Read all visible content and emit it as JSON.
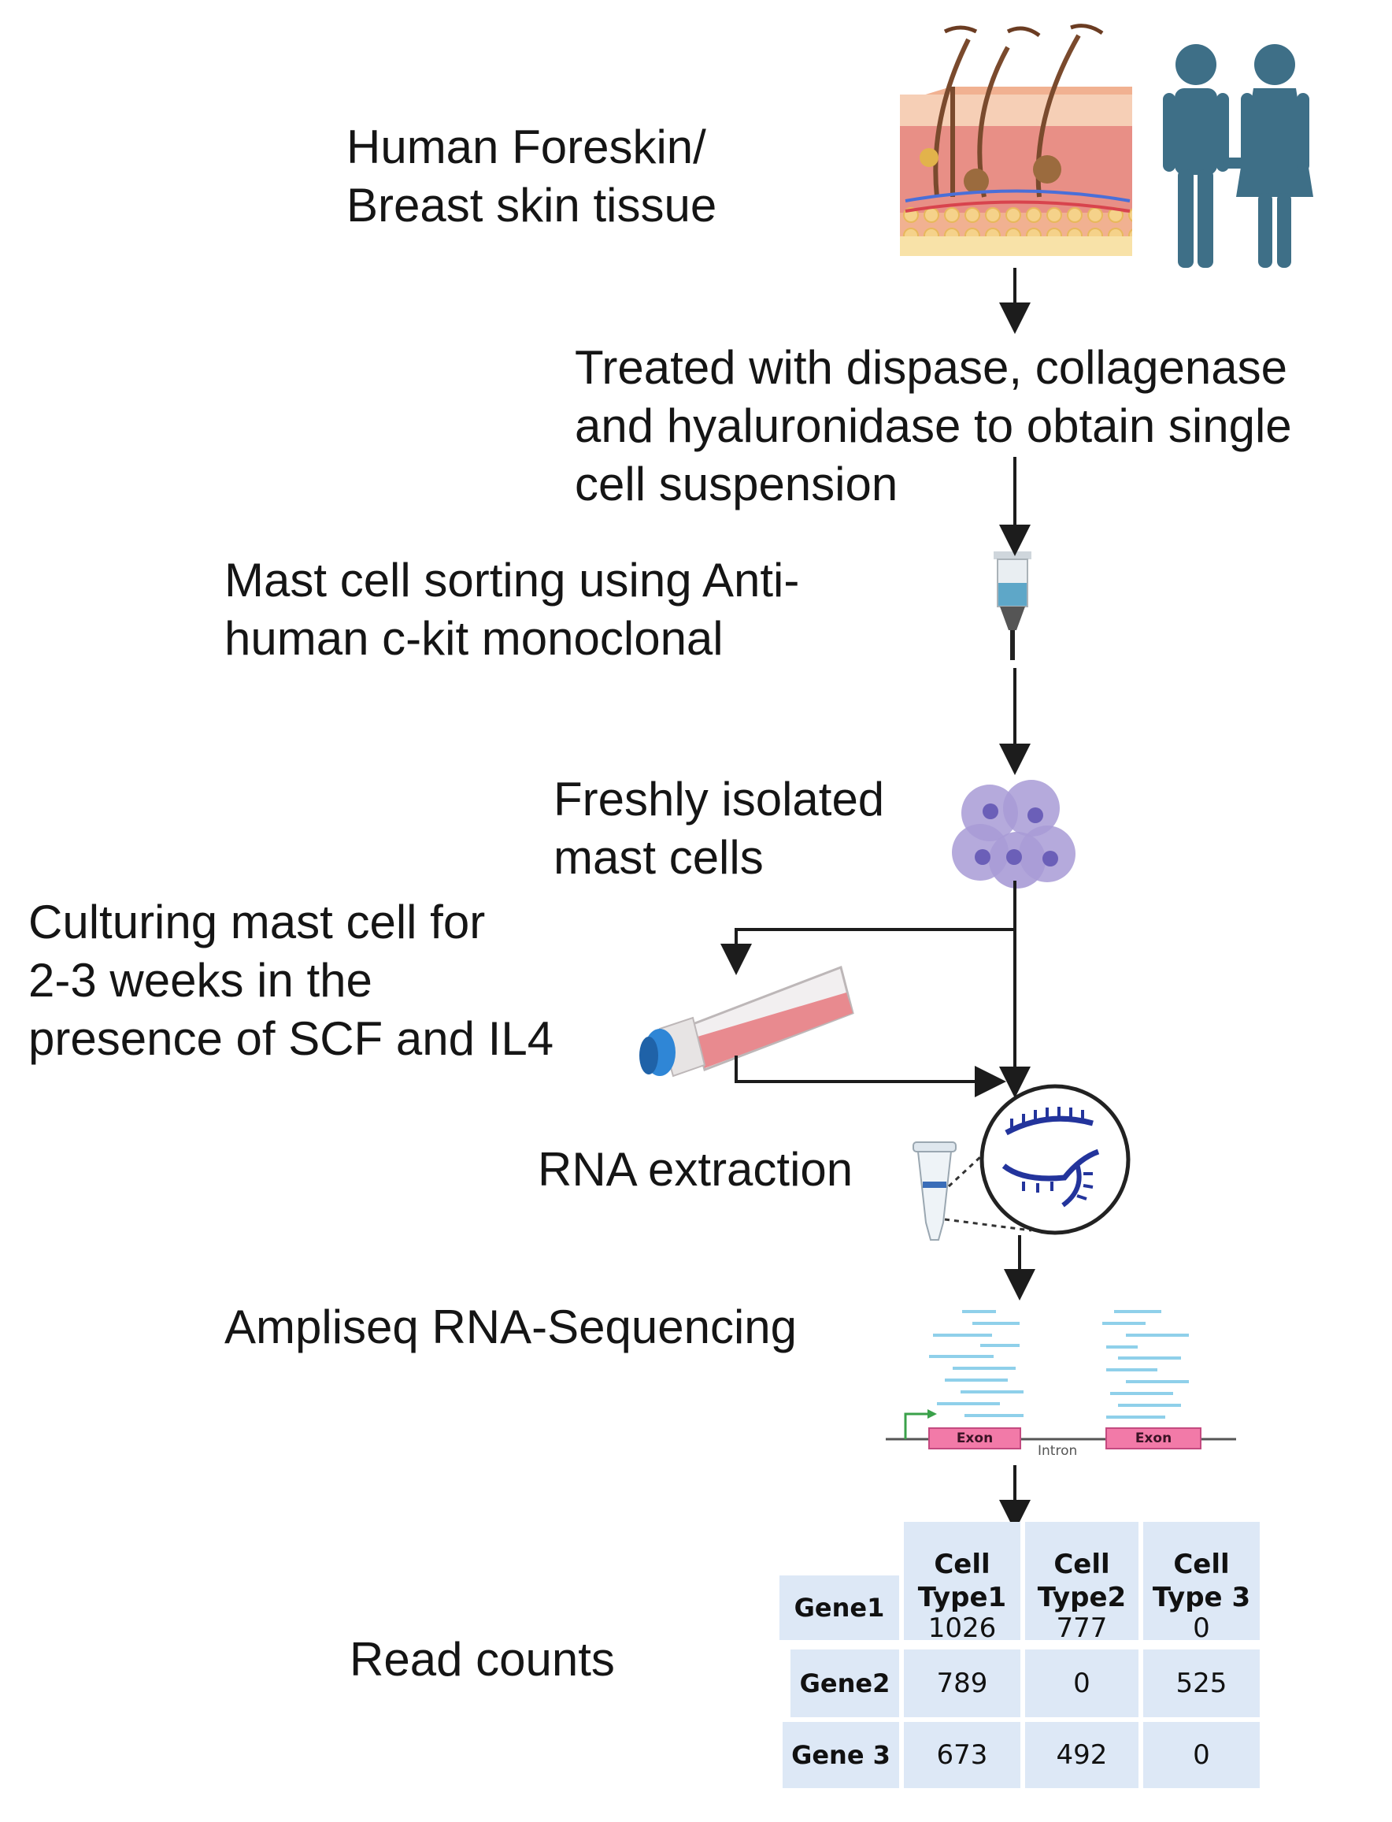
{
  "steps": {
    "tissue": "Human Foreskin/\nBreast skin tissue",
    "digest": "Treated with dispase, collagenase\nand hyaluronidase to obtain single\ncell suspension",
    "sorting": "Mast cell sorting using Anti-\nhuman c-kit monoclonal",
    "fresh": "Freshly isolated\nmast cells",
    "culture": "Culturing mast cell for\n2-3 weeks in the\npresence of SCF and IL4",
    "rna": "RNA extraction",
    "seq": "Ampliseq RNA-Sequencing",
    "counts": "Read counts"
  },
  "gene_diagram": {
    "exon1": "Exon",
    "intron": "Intron",
    "exon2": "Exon"
  },
  "table": {
    "headers": [
      "Cell\nType1",
      "Cell\nType2",
      "Cell\nType 3"
    ],
    "rows": [
      {
        "gene": "Gene1",
        "values": [
          "1026",
          "777",
          "0"
        ]
      },
      {
        "gene": "Gene2",
        "values": [
          "789",
          "0",
          "525"
        ]
      },
      {
        "gene": "Gene 3",
        "values": [
          "673",
          "492",
          "0"
        ]
      }
    ]
  },
  "colors": {
    "arrow": "#1c1c1c",
    "person": "#3e6f87",
    "cell": "#a89bd6",
    "cell_nucleus": "#6b5fb8",
    "flask_medium": "#e88a8f",
    "flask_cap": "#2f86d6",
    "read_line": "#8fd0ea",
    "exon": "#f27aa8",
    "rna_strand": "#23349c",
    "table_cell": "#dde8f6"
  },
  "icons": [
    "skin-tissue-icon",
    "people-icon",
    "syringe-icon",
    "mast-cells-icon",
    "culture-flask-icon",
    "tube-icon",
    "rna-icon"
  ]
}
